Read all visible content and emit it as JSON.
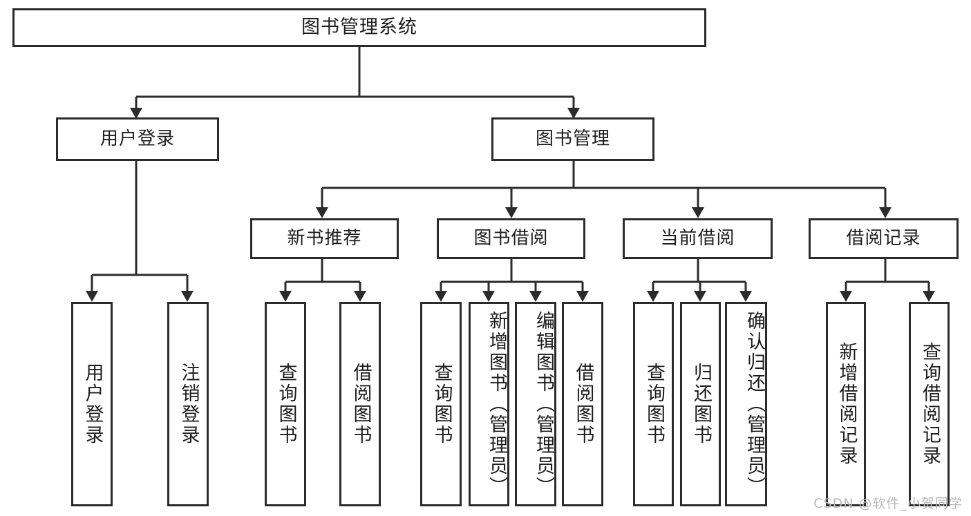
{
  "diagram": {
    "title": "图书管理系统",
    "type": "tree",
    "watermark": "CSDN @软件_小贺同学",
    "colors": {
      "stroke": "#2b2b2b",
      "background": "#ffffff",
      "text": "#1d1d1d",
      "watermark": "#b9b9b9"
    },
    "root": {
      "label": "图书管理系统"
    },
    "level2": [
      {
        "label": "用户登录"
      },
      {
        "label": "图书管理"
      }
    ],
    "level3": [
      {
        "label": "新书推荐"
      },
      {
        "label": "图书借阅"
      },
      {
        "label": "当前借阅"
      },
      {
        "label": "借阅记录"
      }
    ],
    "leaves": {
      "user_login": [
        {
          "label": "用户登录"
        },
        {
          "label": "注销登录"
        }
      ],
      "new_book": [
        {
          "label": "查询图书"
        },
        {
          "label": "借阅图书"
        }
      ],
      "book_borrow": [
        {
          "label": "查询图书"
        },
        {
          "label": "新增图书（管理员）"
        },
        {
          "label": "编辑图书（管理员）"
        },
        {
          "label": "借阅图书"
        }
      ],
      "current_borrow": [
        {
          "label": "查询图书"
        },
        {
          "label": "归还图书"
        },
        {
          "label": "确认归还（管理员）"
        }
      ],
      "borrow_record": [
        {
          "label": "新增借阅记录"
        },
        {
          "label": "查询借阅记录"
        }
      ]
    }
  }
}
